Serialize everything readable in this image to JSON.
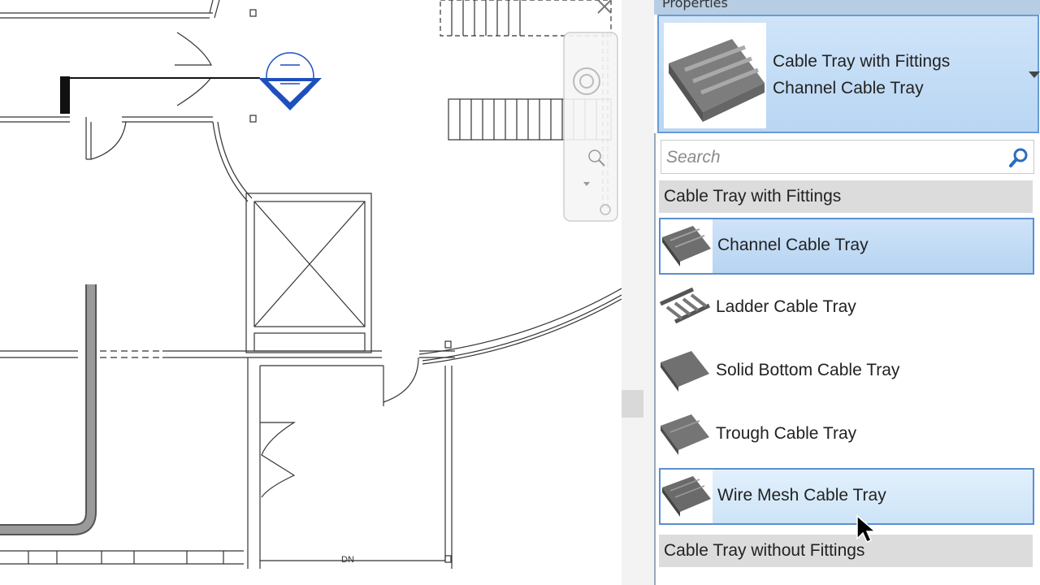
{
  "canvas": {
    "stair_label": "DN"
  },
  "properties": {
    "header_title": "Properties",
    "type_selector": {
      "family": "Cable Tray with Fittings",
      "type": "Channel Cable Tray",
      "thumb_icon": "channel-cable-tray-icon"
    },
    "search": {
      "placeholder": "Search",
      "icon": "search-icon"
    },
    "groups": [
      {
        "label": "Cable Tray with Fittings",
        "items": [
          {
            "label": "Channel Cable Tray",
            "icon": "channel-cable-tray-icon",
            "state": "selected"
          },
          {
            "label": "Ladder Cable Tray",
            "icon": "ladder-cable-tray-icon",
            "state": "normal"
          },
          {
            "label": "Solid Bottom Cable Tray",
            "icon": "solid-bottom-cable-tray-icon",
            "state": "normal"
          },
          {
            "label": "Trough Cable Tray",
            "icon": "trough-cable-tray-icon",
            "state": "normal"
          },
          {
            "label": "Wire Mesh Cable Tray",
            "icon": "wire-mesh-cable-tray-icon",
            "state": "hover"
          }
        ]
      },
      {
        "label": "Cable Tray without Fittings",
        "items": []
      }
    ]
  },
  "colors": {
    "selection_fill": "#b7d4f2",
    "selection_border": "#5b8fcf",
    "annotation_blue": "#1f4fbf",
    "group_header": "#dcdcdc"
  }
}
